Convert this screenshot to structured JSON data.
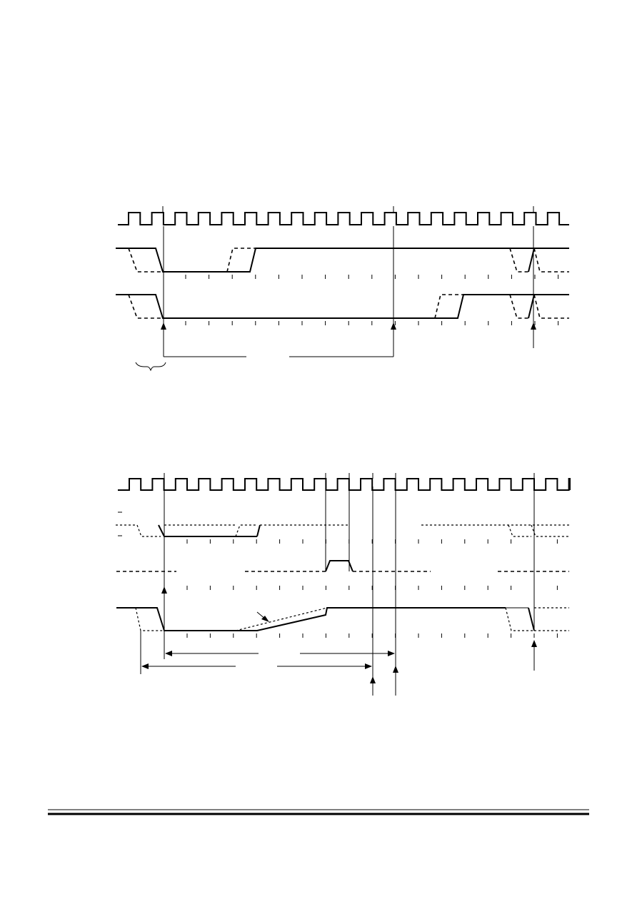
{
  "diagrams": [
    {
      "id": "timing-diagram-1"
    },
    {
      "id": "timing-diagram-2"
    }
  ],
  "footer": {
    "rule": "double-line"
  }
}
